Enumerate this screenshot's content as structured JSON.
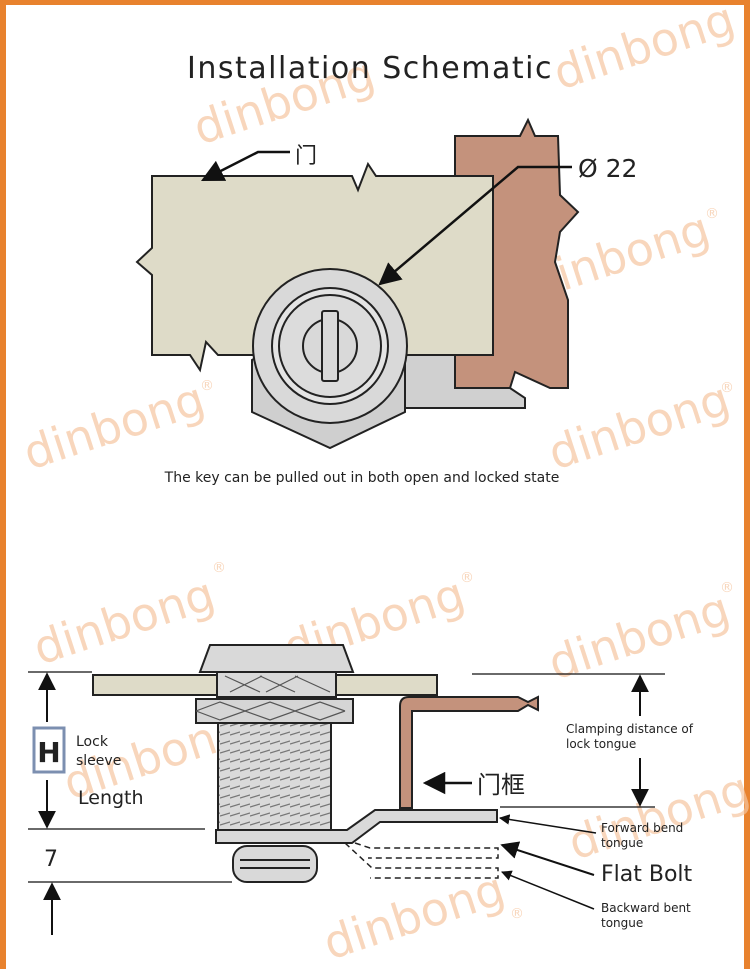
{
  "title": "Installation Schematic",
  "caption": "The key can be pulled out in both open and locked state",
  "watermark": {
    "text": "dinbong",
    "mark": "®"
  },
  "colors": {
    "border": "#e8822e",
    "door": "#dedbc8",
    "frame": "#c4927c",
    "metal": "#d9d9d9",
    "watermark": "#f6c6a0"
  },
  "top": {
    "door_label": "门",
    "diameter_label": "Ø 22"
  },
  "bottom": {
    "h_letter": "H",
    "lock_label": "Lock",
    "sleeve_label": "sleeve",
    "length_label": "Length",
    "seven_label": "7",
    "frame_label": "门框",
    "clamping_line1": "Clamping distance of",
    "clamping_line2": "lock tongue",
    "forward_line1": "Forward bend",
    "forward_line2": "tongue",
    "flat_bolt": "Flat Bolt",
    "backward_line1": "Backward bent",
    "backward_line2": "tongue"
  }
}
